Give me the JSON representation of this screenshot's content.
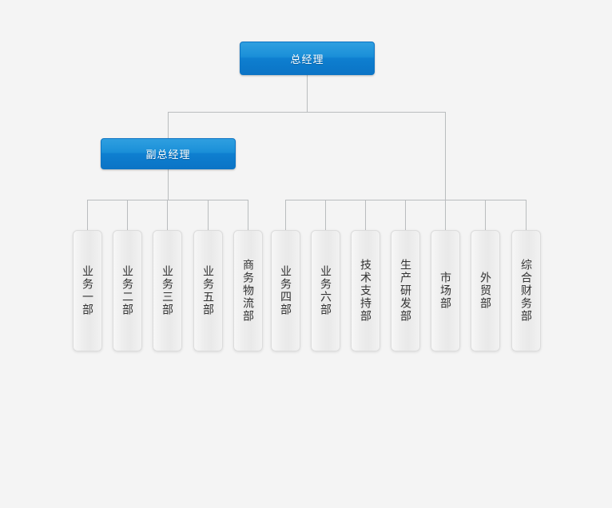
{
  "chart_title": "",
  "colors": {
    "background": "#f4f4f4",
    "connector": "#b9bcbe",
    "blue_node_fill": "#0e7fd0",
    "blue_node_border": "#0d74c4",
    "blue_node_text": "#ffffff",
    "dept_node_fill": "#eeeeee",
    "dept_node_border": "#dcdcdc",
    "dept_node_text": "#333333"
  },
  "nodes": {
    "general_manager": {
      "label": "总经理"
    },
    "deputy_general_manager": {
      "label": "副总经理"
    },
    "departments_left": [
      {
        "label": "业务一部"
      },
      {
        "label": "业务二部"
      },
      {
        "label": "业务三部"
      },
      {
        "label": "业务五部"
      },
      {
        "label": "商务物流部"
      }
    ],
    "departments_right": [
      {
        "label": "业务四部"
      },
      {
        "label": "业务六部"
      },
      {
        "label": "技术支持部"
      },
      {
        "label": "生产研发部"
      },
      {
        "label": "市场部"
      },
      {
        "label": "外贸部"
      },
      {
        "label": "综合财务部"
      }
    ]
  }
}
